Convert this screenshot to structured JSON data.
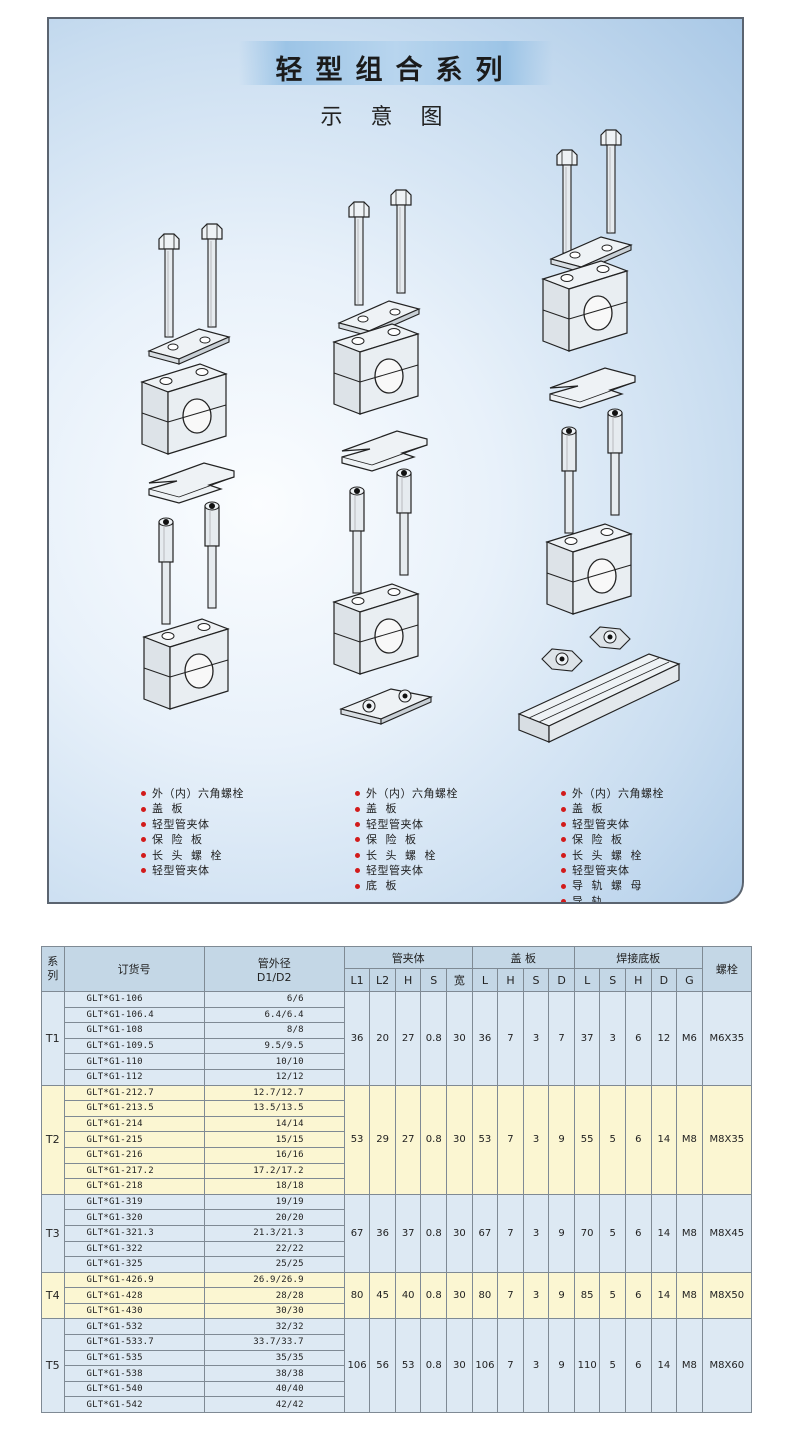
{
  "diagram": {
    "title": "轻型组合系列",
    "subtitle": "示意图",
    "legends": [
      [
        "外（内）六角螺栓",
        "盖  板",
        "轻型管夹体",
        "保  险  板",
        "长  头  螺  栓",
        "轻型管夹体"
      ],
      [
        "外（内）六角螺栓",
        "盖  板",
        "轻型管夹体",
        "保  险  板",
        "长  头  螺  栓",
        "轻型管夹体",
        "底  板"
      ],
      [
        "外（内）六角螺栓",
        "盖  板",
        "轻型管夹体",
        "保  险  板",
        "长  头  螺  栓",
        "轻型管夹体",
        "导  轨  螺  母",
        "导  轨"
      ]
    ]
  },
  "table": {
    "headers": {
      "series": "系列",
      "order_no": "订货号",
      "diameter": "管外径",
      "diameter_sub": "D1/D2",
      "clamp_body": "管夹体",
      "cover_plate": "盖 板",
      "weld_plate": "焊接底板",
      "bolt": "螺栓",
      "clamp_cols": [
        "L1",
        "L2",
        "H",
        "S",
        "宽"
      ],
      "cover_cols": [
        "L",
        "H",
        "S",
        "D"
      ],
      "weld_cols": [
        "L",
        "S",
        "H",
        "D",
        "G"
      ]
    },
    "groups": [
      {
        "series": "T1",
        "items": [
          [
            "GLT*G1-106",
            "6/6"
          ],
          [
            "GLT*G1-106.4",
            "6.4/6.4"
          ],
          [
            "GLT*G1-108",
            "8/8"
          ],
          [
            "GLT*G1-109.5",
            "9.5/9.5"
          ],
          [
            "GLT*G1-110",
            "10/10"
          ],
          [
            "GLT*G1-112",
            "12/12"
          ]
        ],
        "clamp": [
          "36",
          "20",
          "27",
          "0.8",
          "30"
        ],
        "cover": [
          "36",
          "7",
          "3",
          "7"
        ],
        "weld": [
          "37",
          "3",
          "6",
          "12",
          "M6"
        ],
        "bolt": "M6X35"
      },
      {
        "series": "T2",
        "items": [
          [
            "GLT*G1-212.7",
            "12.7/12.7"
          ],
          [
            "GLT*G1-213.5",
            "13.5/13.5"
          ],
          [
            "GLT*G1-214",
            "14/14"
          ],
          [
            "GLT*G1-215",
            "15/15"
          ],
          [
            "GLT*G1-216",
            "16/16"
          ],
          [
            "GLT*G1-217.2",
            "17.2/17.2"
          ],
          [
            "GLT*G1-218",
            "18/18"
          ]
        ],
        "clamp": [
          "53",
          "29",
          "27",
          "0.8",
          "30"
        ],
        "cover": [
          "53",
          "7",
          "3",
          "9"
        ],
        "weld": [
          "55",
          "5",
          "6",
          "14",
          "M8"
        ],
        "bolt": "M8X35"
      },
      {
        "series": "T3",
        "items": [
          [
            "GLT*G1-319",
            "19/19"
          ],
          [
            "GLT*G1-320",
            "20/20"
          ],
          [
            "GLT*G1-321.3",
            "21.3/21.3"
          ],
          [
            "GLT*G1-322",
            "22/22"
          ],
          [
            "GLT*G1-325",
            "25/25"
          ]
        ],
        "clamp": [
          "67",
          "36",
          "37",
          "0.8",
          "30"
        ],
        "cover": [
          "67",
          "7",
          "3",
          "9"
        ],
        "weld": [
          "70",
          "5",
          "6",
          "14",
          "M8"
        ],
        "bolt": "M8X45"
      },
      {
        "series": "T4",
        "items": [
          [
            "GLT*G1-426.9",
            "26.9/26.9"
          ],
          [
            "GLT*G1-428",
            "28/28"
          ],
          [
            "GLT*G1-430",
            "30/30"
          ]
        ],
        "clamp": [
          "80",
          "45",
          "40",
          "0.8",
          "30"
        ],
        "cover": [
          "80",
          "7",
          "3",
          "9"
        ],
        "weld": [
          "85",
          "5",
          "6",
          "14",
          "M8"
        ],
        "bolt": "M8X50"
      },
      {
        "series": "T5",
        "items": [
          [
            "GLT*G1-532",
            "32/32"
          ],
          [
            "GLT*G1-533.7",
            "33.7/33.7"
          ],
          [
            "GLT*G1-535",
            "35/35"
          ],
          [
            "GLT*G1-538",
            "38/38"
          ],
          [
            "GLT*G1-540",
            "40/40"
          ],
          [
            "GLT*G1-542",
            "42/42"
          ]
        ],
        "clamp": [
          "106",
          "56",
          "53",
          "0.8",
          "30"
        ],
        "cover": [
          "106",
          "7",
          "3",
          "9"
        ],
        "weld": [
          "110",
          "5",
          "6",
          "14",
          "M8"
        ],
        "bolt": "M8X60"
      }
    ]
  }
}
